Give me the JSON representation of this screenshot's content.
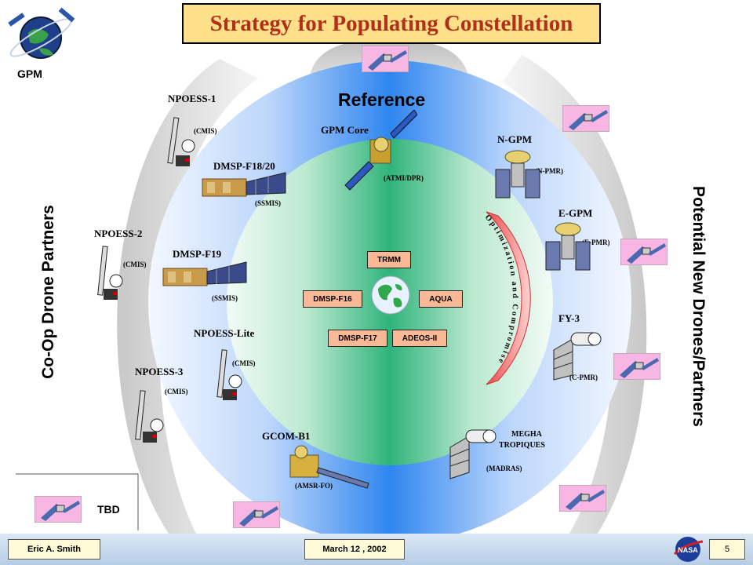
{
  "title": "Strategy for Populating Constellation",
  "logo_text": "GPM",
  "reference_label": "Reference",
  "left_side_label": "Co-Op Drone Partners",
  "right_side_label": "Potential New Drones/Partners",
  "optimization_label": "Optimization and Compromise",
  "tbd_label": "TBD",
  "satellites": {
    "npoess1": {
      "name": "NPOESS-1",
      "inst": "(CMIS)"
    },
    "dmsp_f1820": {
      "name": "DMSP-F18/20",
      "inst": "(SSMIS)"
    },
    "npoess2": {
      "name": "NPOESS-2",
      "inst": "(CMIS)"
    },
    "dmsp_f19": {
      "name": "DMSP-F19",
      "inst": "(SSMIS)"
    },
    "npoess_lite": {
      "name": "NPOESS-Lite",
      "inst": "(CMIS)"
    },
    "npoess3": {
      "name": "NPOESS-3",
      "inst": "(CMIS)"
    },
    "gpm_core": {
      "name": "GPM Core",
      "inst": "(ATMI/DPR)"
    },
    "n_gpm": {
      "name": "N-GPM",
      "inst": "(N-PMR)"
    },
    "e_gpm": {
      "name": "E-GPM",
      "inst": "(E-PMR)"
    },
    "fy3": {
      "name": "FY-3",
      "inst": "(C-PMR)"
    },
    "gcom": {
      "name": "GCOM-B1",
      "inst": "(AMSR-FO)"
    },
    "megha": {
      "name1": "MEGHA",
      "name2": "TROPIQUES",
      "inst": "(MADRAS)"
    }
  },
  "core_boxes": {
    "trmm": "TRMM",
    "dmsp_f16": "DMSP-F16",
    "aqua": "AQUA",
    "dmsp_f17": "DMSP-F17",
    "adeos": "ADEOS-II"
  },
  "footer": {
    "author": "Eric A. Smith",
    "date": "March 12 , 2002",
    "page": "5",
    "logo": "NASA"
  },
  "colors": {
    "title_bg": "#ffe08a",
    "title_text": "#b0301a",
    "box_fill": "#f9b896",
    "outer_ring": "#3f8ff0",
    "inner_circle": "#2fb87c"
  }
}
